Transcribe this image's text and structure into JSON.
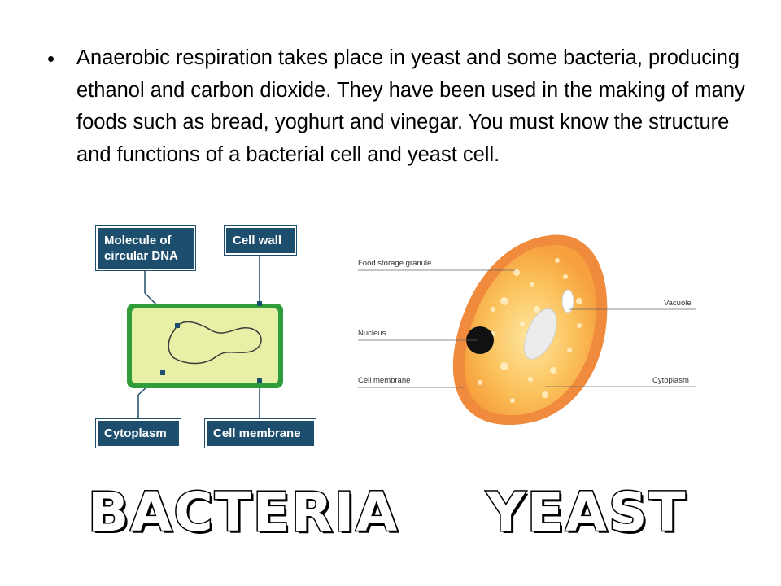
{
  "slide": {
    "bullet": "Anaerobic respiration takes place in yeast and some bacteria, producing ethanol and carbon dioxide. They have been used in the making of many foods such as bread, yoghurt and vinegar. You must know the structure and functions of a bacterial cell and yeast cell.",
    "bullet_symbol": "•"
  },
  "bacteria_diagram": {
    "labels": {
      "dna": "Molecule of\ncircular DNA",
      "cell_wall": "Cell wall",
      "cytoplasm": "Cytoplasm",
      "cell_membrane": "Cell membrane"
    },
    "colors": {
      "callout": "#1d4e6e",
      "wall": "#2f9e3a",
      "cytoplasm": "#e8f0a8"
    }
  },
  "yeast_diagram": {
    "labels": {
      "food_storage": "Food storage granule",
      "vacuole": "Vacuole",
      "nucleus": "Nucleus",
      "cell_membrane": "Cell membrane",
      "cytoplasm": "Cytoplasm"
    },
    "colors": {
      "outer": "#f08a3c",
      "inner": "#f9b24a",
      "nucleus": "#111111"
    }
  },
  "captions": {
    "bacteria": "BACTERIA",
    "yeast": "YEAST"
  }
}
